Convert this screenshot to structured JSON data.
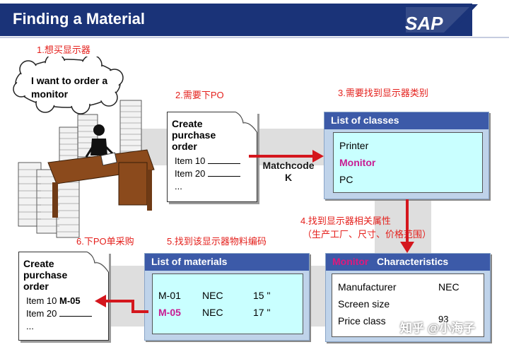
{
  "header": {
    "title": "Finding a Material",
    "logo_text": "SAP"
  },
  "steps": {
    "s1": "1.想买显示器",
    "s2": "2.需要下PO",
    "s3": "3.需要找到显示器类别",
    "s4_line1": "4.找到显示器相关属性",
    "s4_line2": "（生产工厂、尺寸、价格范围）",
    "s5": "5.找到该显示器物料编码",
    "s6": "6.下PO单采购"
  },
  "bubble": {
    "line1": "I want to order a",
    "line2": "monitor"
  },
  "po_doc_top": {
    "title1": "Create",
    "title2": "purchase",
    "title3": "order",
    "item1": "Item 10",
    "item2": "Item 20",
    "more": "..."
  },
  "matchcode": {
    "line1": "Matchcode",
    "line2": "K"
  },
  "classes": {
    "title": "List of classes",
    "items": [
      "Printer",
      "Monitor",
      "PC"
    ]
  },
  "characteristics": {
    "title_highlight": "Monitor",
    "title_rest": "Characteristics",
    "rows": [
      {
        "label": "Manufacturer",
        "value": "NEC"
      },
      {
        "label": "Screen size",
        "value": ""
      },
      {
        "label": "Price class",
        "value": "93"
      }
    ]
  },
  "materials": {
    "title": "List of materials",
    "rows": [
      {
        "code": "M-01",
        "maker": "NEC",
        "size": "15 \""
      },
      {
        "code": "M-05",
        "maker": "NEC",
        "size": "17 \""
      }
    ]
  },
  "po_doc_bottom": {
    "title1": "Create",
    "title2": "purchase",
    "title3": "order",
    "item1": "Item 10",
    "item1_value": "M-05",
    "item2": "Item 20",
    "more": "..."
  },
  "watermark": "知乎 @小海子",
  "colors": {
    "header_band": "#1a3378",
    "panel_head": "#3c5aa8",
    "arrow": "#d4161d",
    "highlight": "#c81c92",
    "note": "#e4201c"
  }
}
